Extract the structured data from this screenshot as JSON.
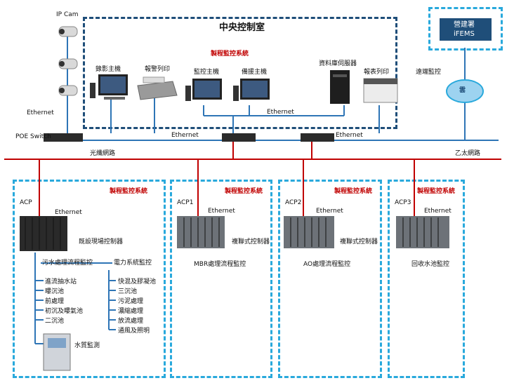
{
  "ipcam": "IP Cam",
  "ethernet": "Ethernet",
  "poe_switch": "POE Switch",
  "central_room": "中央控制室",
  "process_system": "製程監控系統",
  "recorder": "錄影主機",
  "alarm_printer": "報警列印",
  "monitor_host": "監控主機",
  "backup_host": "備援主機",
  "db_server": "資料庫伺服器",
  "report_printer": "報表列印",
  "remote_monitor": "遠端監控",
  "cloud": "雲",
  "agency": {
    "line1": "營建署",
    "line2": "iFEMS"
  },
  "fiber": "光纖網路",
  "ethernet_net": "乙太網路",
  "panels": [
    {
      "id": "ACP",
      "controller": "既設現場控制器",
      "caption": ""
    },
    {
      "id": "ACP1",
      "controller": "複聯式控制器",
      "caption": "MBR處理流程監控"
    },
    {
      "id": "ACP2",
      "controller": "複聯式控制器",
      "caption": "AO處理流程監控"
    },
    {
      "id": "ACP3",
      "controller": "",
      "caption": "回收水池監控"
    }
  ],
  "wastewater": {
    "title": "污水處理流程監控",
    "items": [
      "進流抽水站",
      "曝沉池",
      "前處理",
      "初沉及曝氣池",
      "二沉池"
    ]
  },
  "power": {
    "title": "電力系統監控",
    "items": [
      "快混及膠凝池",
      "三沉池",
      "污泥處理",
      "濃縮處理",
      "放流處理",
      "通風及照明"
    ]
  },
  "water_quality": "水質監測"
}
